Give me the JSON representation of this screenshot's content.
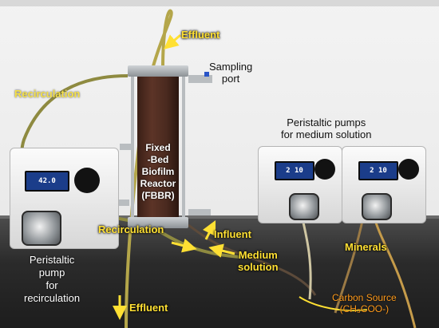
{
  "photo": {
    "reactor_label": [
      "Fixed",
      "-Bed",
      "Biofilm",
      "Reactor",
      "(FBBR)"
    ],
    "labels": {
      "effluent_top": "Effluent",
      "sampling_port": [
        "Sampling",
        "port"
      ],
      "recirculation_left": "Recirculation",
      "pumps_medium": [
        "Peristaltic pumps",
        "for medium solution"
      ],
      "influent": "Influent",
      "recirculation_bottom": "Recirculation",
      "medium_solution": [
        "Medium",
        "solution"
      ],
      "minerals": "Minerals",
      "pump_recirc": [
        "Peristaltic",
        "pump",
        "for",
        "recirculation"
      ],
      "effluent_bottom": "Effluent",
      "carbon_source": [
        "Carbon Source",
        "(CH₃COO-)"
      ]
    },
    "pump_displays": {
      "left": "42.0",
      "middle": "2 10",
      "right": "2 10"
    },
    "colors": {
      "label_yellow": "#ffe033",
      "carbon_source_orange": "#ff9a1a",
      "reactor_brown": "#4a2a1f",
      "tube_olive": "#b4a64a",
      "display_blue": "#1b3d8a"
    }
  }
}
